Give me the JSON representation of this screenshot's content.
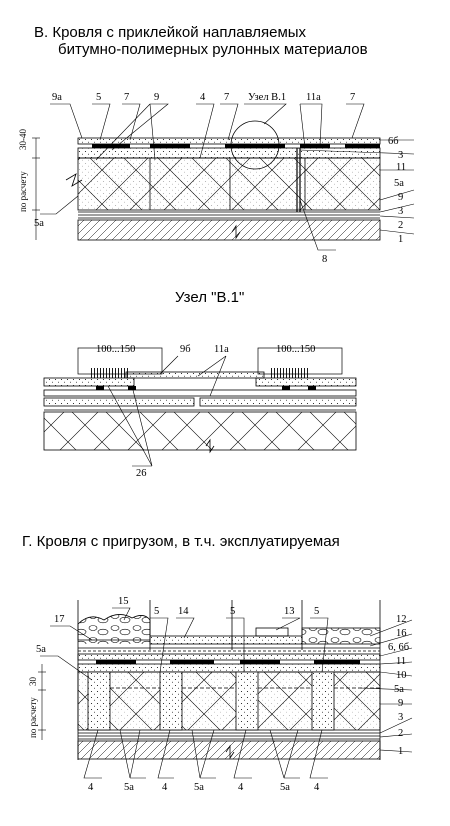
{
  "section_b": {
    "title_line1": "В. Кровля с приклейкой наплавляемых",
    "title_line2": "битумно-полимерных рулонных материалов",
    "node_ref": "Узел В.1",
    "dim_top": "30-40",
    "dim_calc": "по расчету",
    "labels_top": [
      "9а",
      "5",
      "7",
      "9",
      "4",
      "7",
      "11а",
      "7",
      "6б"
    ],
    "labels_right": [
      "3",
      "11",
      "5а",
      "9",
      "3",
      "2",
      "1"
    ],
    "label_left_bottom": "5а",
    "label_bottom": "8"
  },
  "node_b1": {
    "title": "Узел \"В.1\"",
    "dim_left": "100...150",
    "dim_right": "100...150",
    "label_9b": "9б",
    "label_11a": "11а",
    "label_26": "26"
  },
  "section_g": {
    "title": "Г. Кровля с пригрузом, в т.ч. эксплуатируемая",
    "labels_top": [
      "15",
      "14",
      "5",
      "13",
      "5",
      "5"
    ],
    "label_left_top": "17",
    "label_left_5a": "5а",
    "dim_30": "30",
    "dim_calc": "по расчету",
    "labels_right": [
      "12",
      "16",
      "6, 6б",
      "11",
      "10",
      "5а",
      "9",
      "3",
      "2",
      "1"
    ],
    "labels_bottom": [
      "4",
      "5а",
      "4",
      "5а",
      "4",
      "5а",
      "4"
    ]
  }
}
